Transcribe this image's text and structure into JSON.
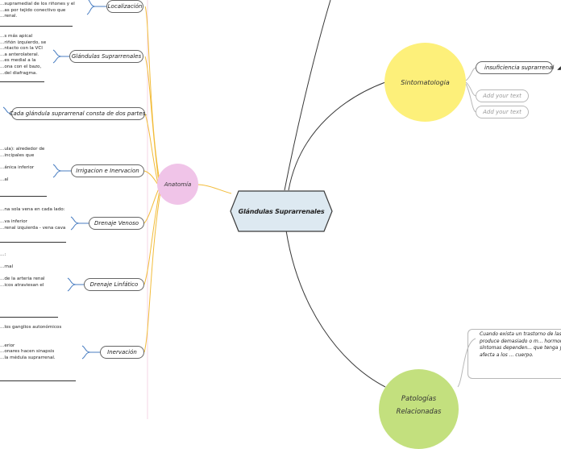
{
  "central": {
    "title": "Glándulas Suprarrenales",
    "fill": "#dde9f1",
    "border": "#3a3a3a"
  },
  "anatomia": {
    "title": "Anatomía",
    "fill": "#f0c4e8",
    "branch_color": "#f2bc3a",
    "children": [
      {
        "label": "Localización",
        "note": "...supramedial de los riñones y el\n...as por tejido conectivo que\n...renal."
      },
      {
        "label": "Glándulas Suprarrenales",
        "note": "...s más apical\n...riñón izquierdo, se\n...ntacto con la VCI\n...a anterolateral.\n...es medial a la\n...ona con el bazo,\n...del diafragma."
      },
      {
        "label": "Cada glándula suprarrenal consta de dos partes.",
        "note": ""
      },
      {
        "label": "Irrigacion e Inervacion",
        "note": "...ula): alrededor de\n...incipales que\n\n...ánica inferior\n\n...al"
      },
      {
        "label": "Drenaje Venoso",
        "note": "...na sola vena en cada lado:\n\n...va inferior\n...renal izquierda - vena cava"
      },
      {
        "label": "Drenaje Linfático",
        "note": "...:\n\n...rnal\n\n...de la arteria renal\n...icos atraviesan el"
      },
      {
        "label": "Inervación",
        "note": "...los ganglios autonómicos\n\n\n...erior\n...onares hacen sinapsis\n...la médula suprarrenal."
      }
    ]
  },
  "sintomatologia": {
    "title": "Sintomatologia",
    "fill": "#fdf07a",
    "children": [
      {
        "label": "insuficiencia suprarrenal",
        "placeholder": false
      },
      {
        "label": "Add your text",
        "placeholder": true
      },
      {
        "label": "Add your text",
        "placeholder": true
      }
    ]
  },
  "patologias": {
    "title_line1": "Patologías",
    "title_line2": "Relacionadas",
    "fill": "#c3e07e",
    "note": "Cuando exista un trastorno de las... el cuerpo produce demasiado o m... hormonas. Los síntomas dependen... que tenga y cuánto afecta a los ... cuerpo."
  },
  "colors": {
    "connector": "#3a3a3a",
    "pink_line": "#f5d6e6"
  }
}
